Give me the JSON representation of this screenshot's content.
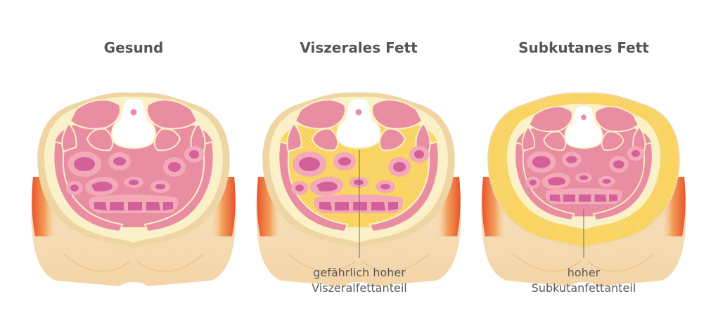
{
  "panels": [
    {
      "title": "Gesund",
      "fat_type": "none",
      "annotation": []
    },
    {
      "title": "Viszerales Fett",
      "fat_type": "visceral",
      "annotation": [
        "gefährlich hoher",
        "Viszeralfettanteil"
      ]
    },
    {
      "title": "Subkutanes Fett",
      "fat_type": "subcutaneous",
      "annotation": [
        "hoher",
        "Subkutanfettanteil"
      ]
    }
  ],
  "colors": {
    "title_text": "#555555",
    "annotation_text": "#5a5a5a",
    "skin": "#f4d9b0",
    "skin_outline": "#e9c891",
    "tissue_cream": "#fbf1c8",
    "muscle": "#e98ea2",
    "muscle_border": "#fbf1c8",
    "organ_wall": "#f3a9b8",
    "organ_inner": "#d4609a",
    "visceral_fat": "#f9d35e",
    "subcutaneous_fat": "#f8cc52",
    "flank_red": "#e8542d",
    "bone": "#ffffff",
    "spinal_cord": "#e98ea2"
  }
}
